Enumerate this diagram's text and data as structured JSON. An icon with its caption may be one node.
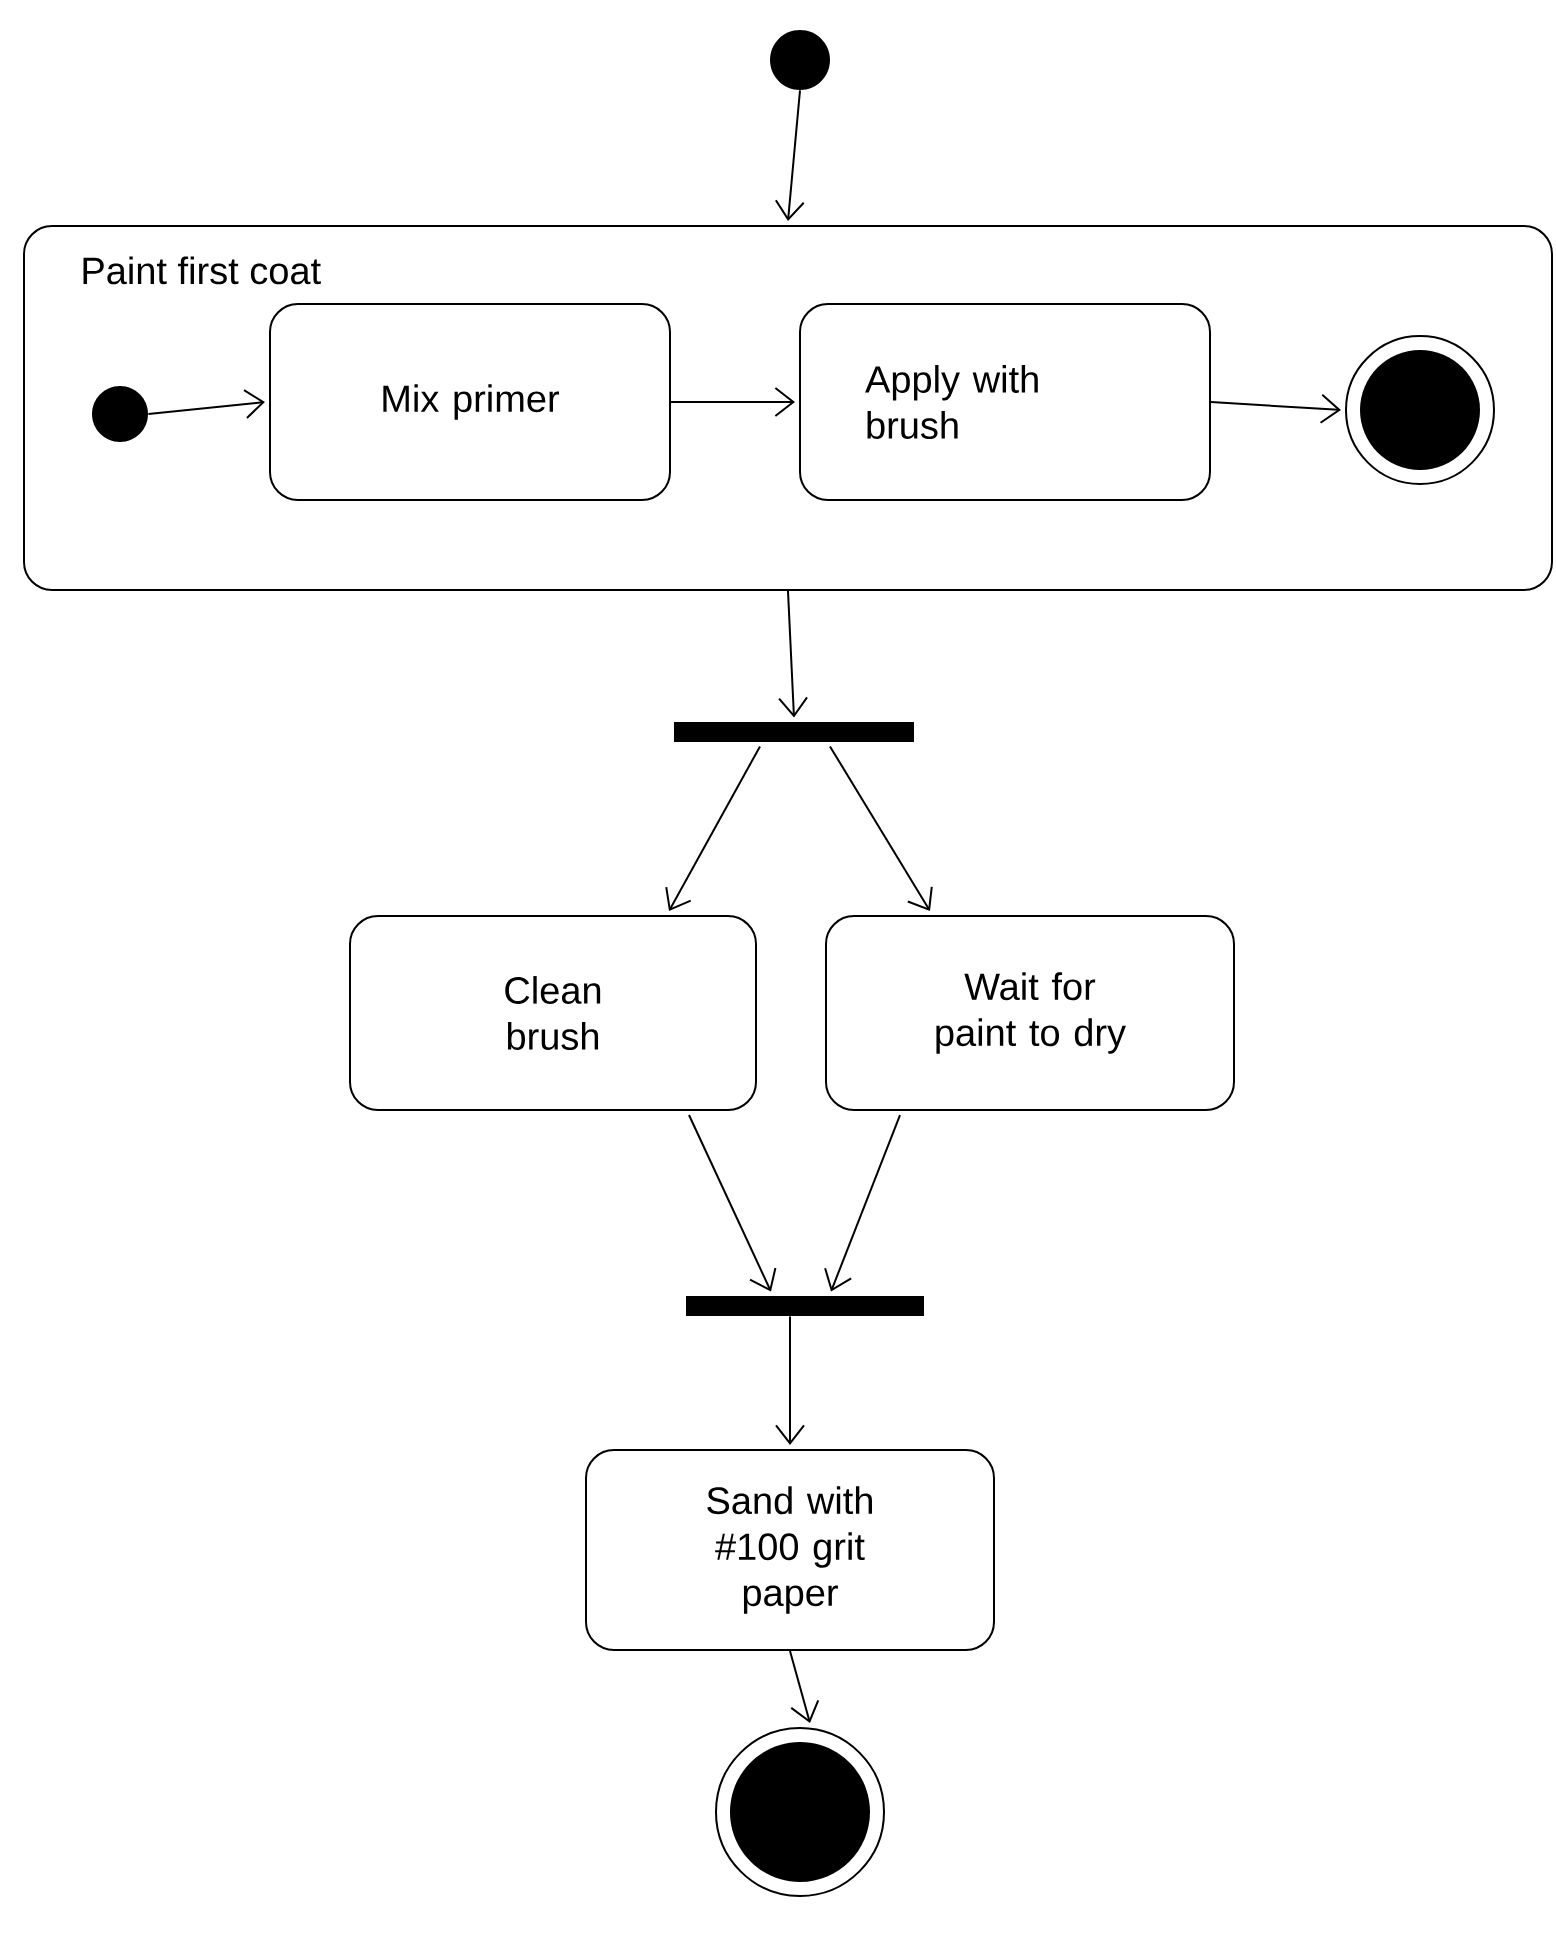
{
  "diagram": {
    "nodes": [
      {
        "text": [],
        "shape": "circle"
      },
      {
        "text": [
          "Paint first coat"
        ]
      },
      {
        "text": [],
        "shape": "circle",
        "in": 1
      },
      {
        "text": [
          "Mix primer"
        ],
        "in": 1
      },
      {
        "text": [
          "Apply with brush"
        ],
        "in": 1
      },
      {
        "text": [],
        "shape": "circle",
        "in": 1
      },
      {
        "text": [],
        "shape": "bar"
      },
      {
        "text": [
          "Clean brush"
        ]
      },
      {
        "text": [
          "Wait for paint to dry"
        ]
      },
      {
        "text": [],
        "shape": "bar"
      },
      {
        "text": [
          "Sand with #100 grit paper"
        ]
      },
      {
        "text": [],
        "shape": "circle"
      }
    ],
    "edges": [
      {
        "from": 0,
        "to": 1,
        "arrow": "to"
      },
      {
        "from": 2,
        "to": 3,
        "arrow": "to"
      },
      {
        "from": 3,
        "to": 4,
        "arrow": "to"
      },
      {
        "from": 4,
        "to": 5,
        "arrow": "to"
      },
      {
        "from": 1,
        "to": 6,
        "arrow": "to"
      },
      {
        "from": 6,
        "to": 7,
        "arrow": "to"
      },
      {
        "from": 6,
        "to": 8,
        "arrow": "to"
      },
      {
        "from": 7,
        "to": 9,
        "arrow": "to"
      },
      {
        "from": 8,
        "to": 9,
        "arrow": "to"
      },
      {
        "from": 9,
        "to": 10,
        "arrow": "to"
      },
      {
        "from": 10,
        "to": 11,
        "arrow": "to"
      }
    ]
  }
}
